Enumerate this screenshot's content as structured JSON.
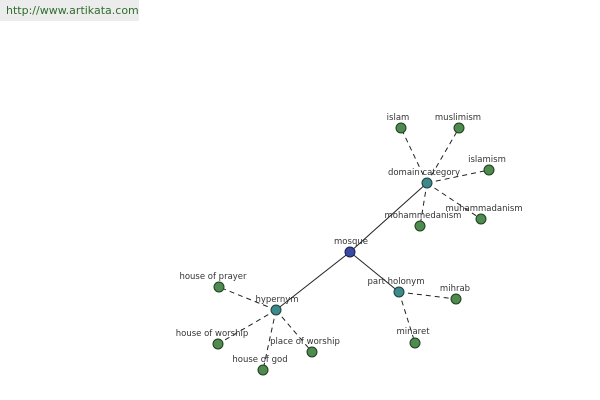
{
  "source_url": "http://www.artikata.com",
  "graph": {
    "root": "mosque",
    "relations": [
      "domain category",
      "hypernym",
      "part holonym"
    ],
    "domain_category_terms": [
      "islam",
      "muslimism",
      "islamism",
      "muhammadanism",
      "mohammedanism"
    ],
    "hypernym_terms": [
      "house of prayer",
      "house of worship",
      "place of worship",
      "house of god"
    ],
    "part_holonym_terms": [
      "mihrab",
      "minaret"
    ]
  }
}
